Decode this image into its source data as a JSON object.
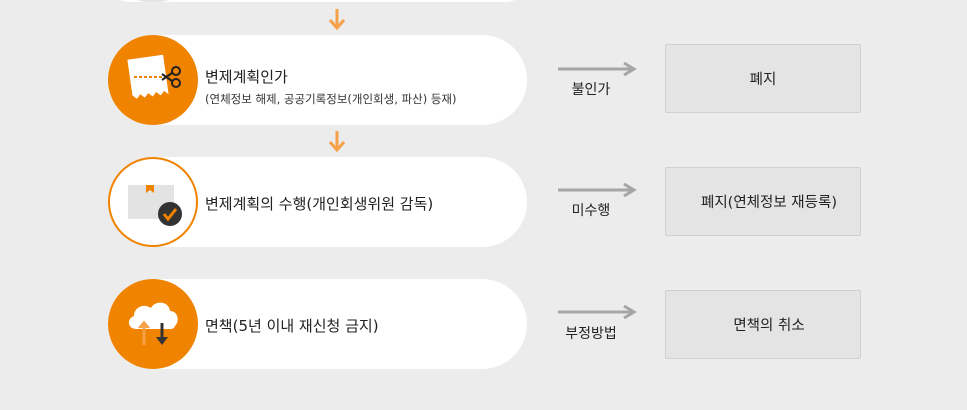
{
  "colors": {
    "accent": "#f08300",
    "arrow_orange": "#f5a14a",
    "arrow_gray": "#a6a6a6",
    "background": "#ececec",
    "result_box": "#e4e4e4"
  },
  "steps": [
    {
      "title": "변제계획인가",
      "subtitle": "(연체정보 해제, 공공기록정보(개인회생, 파산) 등재)",
      "icon": "receipt-scissors-icon",
      "condition": "불인가",
      "result": "폐지"
    },
    {
      "title": "변제계획의 수행(개인회생위원 감독)",
      "subtitle": "",
      "icon": "box-check-icon",
      "condition": "미수행",
      "result": "폐지(연체정보 재등록)"
    },
    {
      "title": "면책(5년 이내 재신청 금지)",
      "subtitle": "",
      "icon": "cloud-transfer-icon",
      "condition": "부정방법",
      "result": "면책의 취소"
    }
  ]
}
